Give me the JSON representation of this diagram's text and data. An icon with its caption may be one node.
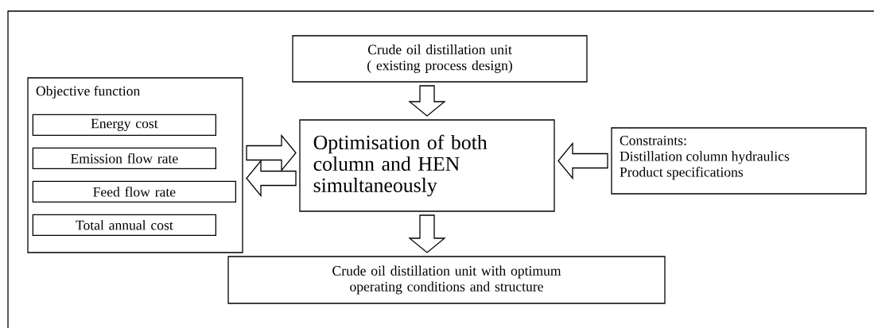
{
  "diagram": {
    "nodes": [
      {
        "text": [
          "Crude oil distillation unit ( existing process design)"
        ]
      },
      {
        "text": [
          "Objective function"
        ]
      },
      {
        "text": [
          "Energy cost"
        ],
        "in": 1
      },
      {
        "text": [
          "Emission flow rate"
        ],
        "in": 1
      },
      {
        "text": [
          "Feed flow rate"
        ],
        "in": 1
      },
      {
        "text": [
          "Total annual cost"
        ],
        "in": 1
      },
      {
        "text": [
          "Optimisation of both column and HEN simultaneously"
        ]
      },
      {
        "text": [
          "Constraints:",
          "Distillation column hydraulics",
          "Product specifications"
        ]
      },
      {
        "text": [
          "Crude oil distillation unit with optimum operating conditions and structure"
        ]
      }
    ],
    "edges": [
      {
        "from": 0,
        "to": 6,
        "arrow": "to"
      },
      {
        "from": 1,
        "to": 6,
        "arrow": "to"
      },
      {
        "from": 6,
        "to": 1,
        "arrow": "to"
      },
      {
        "from": 7,
        "to": 6,
        "arrow": "to"
      },
      {
        "from": 6,
        "to": 8,
        "arrow": "to"
      }
    ]
  }
}
